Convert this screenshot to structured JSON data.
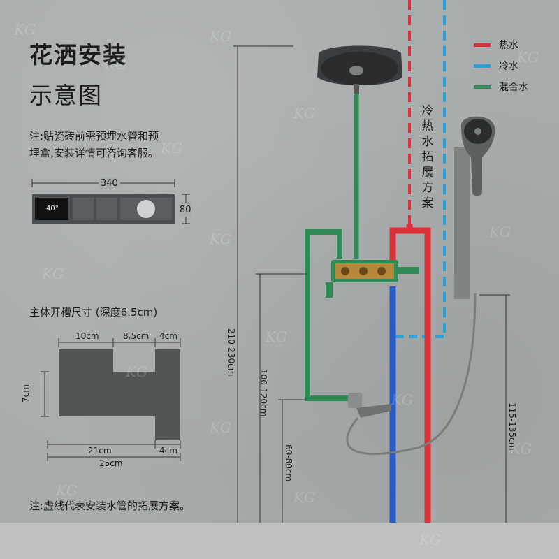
{
  "title": "花洒安装",
  "subtitle": "示意图",
  "note_top_line1": "注:贴瓷砖前需预埋水管和预",
  "note_top_line2": "埋盒,安装详情可咨询客服。",
  "panel": {
    "width_label": "340",
    "height_label": "80",
    "display_temp": "40°"
  },
  "slot": {
    "heading": "主体开槽尺寸 (深度6.5cm)",
    "dim_10": "10cm",
    "dim_8_5": "8.5cm",
    "dim_4_top": "4cm",
    "dim_7": "7cm",
    "dim_21": "21cm",
    "dim_4_bottom": "4cm",
    "dim_25": "25cm"
  },
  "note_bottom": "注:虚线代表安装水管的拓展方案。",
  "legend": [
    {
      "label": "热水",
      "color": "#d8333a"
    },
    {
      "label": "冷水",
      "color": "#2aa0d8"
    },
    {
      "label": "混合水",
      "color": "#2f8a55"
    }
  ],
  "extension_label": "冷热水拓展方案",
  "heights": {
    "total": "210-230cm",
    "valve": "100-120cm",
    "outlet": "60-80cm",
    "rail": "115-135cm"
  },
  "watermark": "KG"
}
